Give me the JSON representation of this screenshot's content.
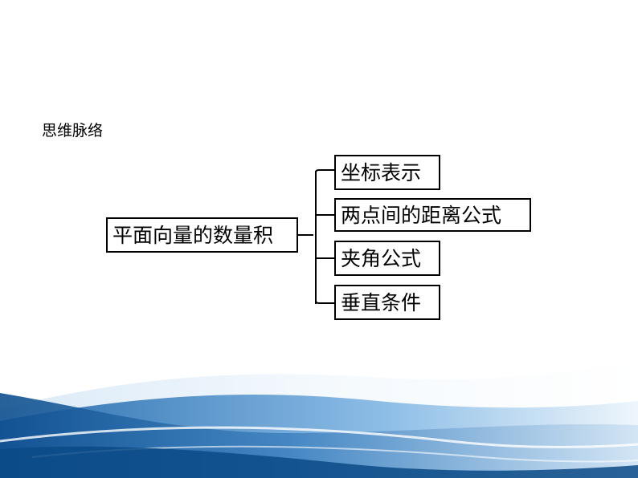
{
  "heading": "思维脉络",
  "mindmap": {
    "root": "平面向量的数量积",
    "branches": [
      "坐标表示",
      "两点间的距离公式",
      "夹角公式",
      "垂直条件"
    ]
  },
  "colors": {
    "wave_dark": "#1f5e9e",
    "wave_mid": "#4f8fc8",
    "wave_light": "#a9cdea"
  }
}
